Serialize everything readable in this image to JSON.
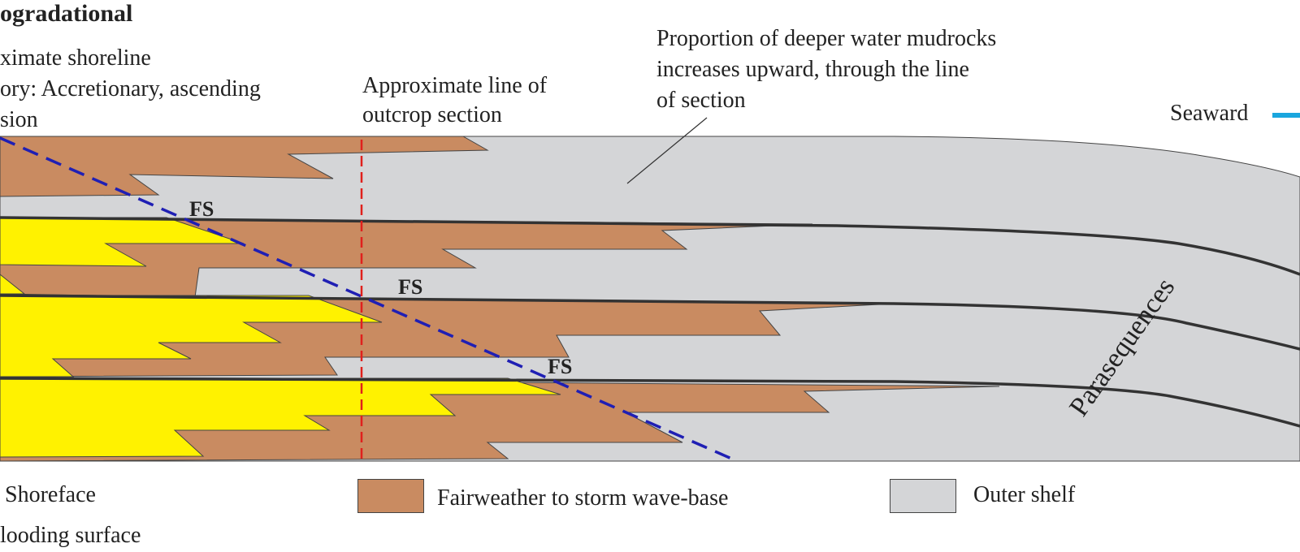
{
  "heading": "ogradational",
  "shoreline_note": [
    "ximate shoreline",
    "ory: Accretionary, ascending",
    "sion"
  ],
  "outcrop_note": [
    "Approximate line of",
    "outcrop section"
  ],
  "mudrock_note": [
    "Proportion of deeper water mudrocks",
    "increases upward, through the line",
    "of section"
  ],
  "seaward_label": "Seaward",
  "surface_labels": [
    "FS",
    "FS",
    "FS"
  ],
  "parasequences_label": "Parasequences",
  "legend": {
    "shoreface": "Shoreface",
    "fairweather": "Fairweather to storm wave-base",
    "outer_shelf": "Outer shelf",
    "flooding_surface": "looding surface"
  },
  "colors": {
    "shoreface": "#fff200",
    "transition": "#c98b61",
    "outer_shelf": "#d4d5d7",
    "boundary": "#333333",
    "trajectory": "#1f1fb4",
    "outcrop_line": "#e0201c",
    "arrow": "#1aa6de"
  }
}
